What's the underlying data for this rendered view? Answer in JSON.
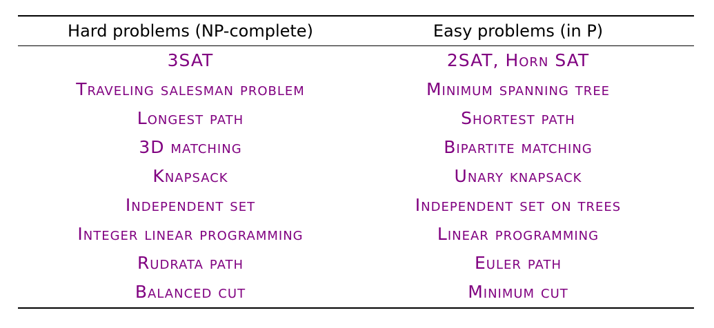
{
  "table": {
    "headers": [
      "Hard problems (NP-complete)",
      "Easy problems (in P)"
    ],
    "rows": [
      {
        "hard": "3SAT",
        "easy": "2SAT, Horn SAT"
      },
      {
        "hard": "Traveling salesman problem",
        "easy": "Minimum spanning tree"
      },
      {
        "hard": "Longest path",
        "easy": "Shortest path"
      },
      {
        "hard": "3D matching",
        "easy": "Bipartite matching"
      },
      {
        "hard": "Knapsack",
        "easy": "Unary knapsack"
      },
      {
        "hard": "Independent set",
        "easy": "Independent set on trees"
      },
      {
        "hard": "Integer linear programming",
        "easy": "Linear programming"
      },
      {
        "hard": "Rudrata path",
        "easy": "Euler path"
      },
      {
        "hard": "Balanced cut",
        "easy": "Minimum cut"
      }
    ]
  },
  "colors": {
    "problem_text": "#800080",
    "header_text": "#000000",
    "rules": "#000000"
  }
}
